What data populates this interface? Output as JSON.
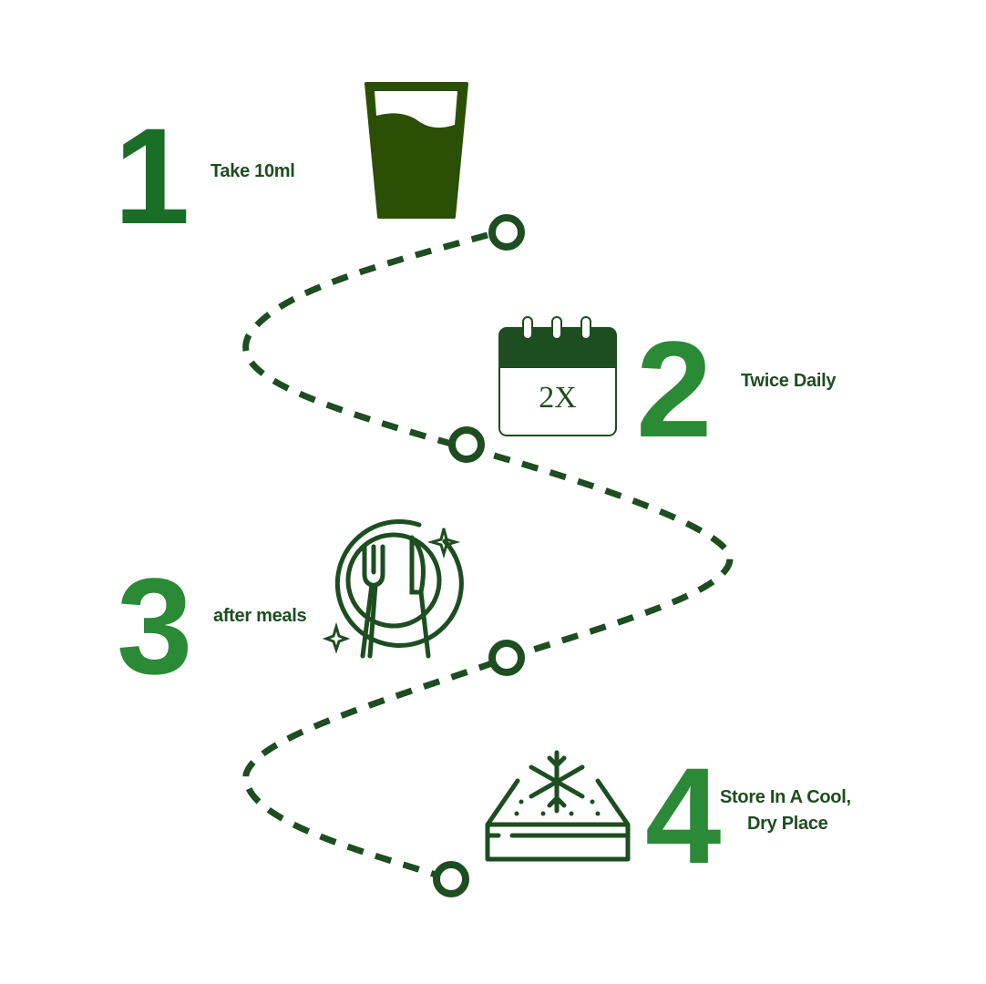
{
  "steps": [
    {
      "number": "1",
      "label": "Take 10ml",
      "icon": "glass-icon"
    },
    {
      "number": "2",
      "label": "Twice Daily",
      "icon": "calendar-icon",
      "icon_text": "2X"
    },
    {
      "number": "3",
      "label": "after meals",
      "icon": "plate-cutlery-icon"
    },
    {
      "number": "4",
      "label_line1": "Store In A Cool,",
      "label_line2": "Dry Place",
      "icon": "cool-storage-icon"
    }
  ],
  "colors": {
    "dark": "#1d4d20",
    "glass": "#2b4f04",
    "num1": "#1a6e28",
    "num": "#2a8a35"
  }
}
